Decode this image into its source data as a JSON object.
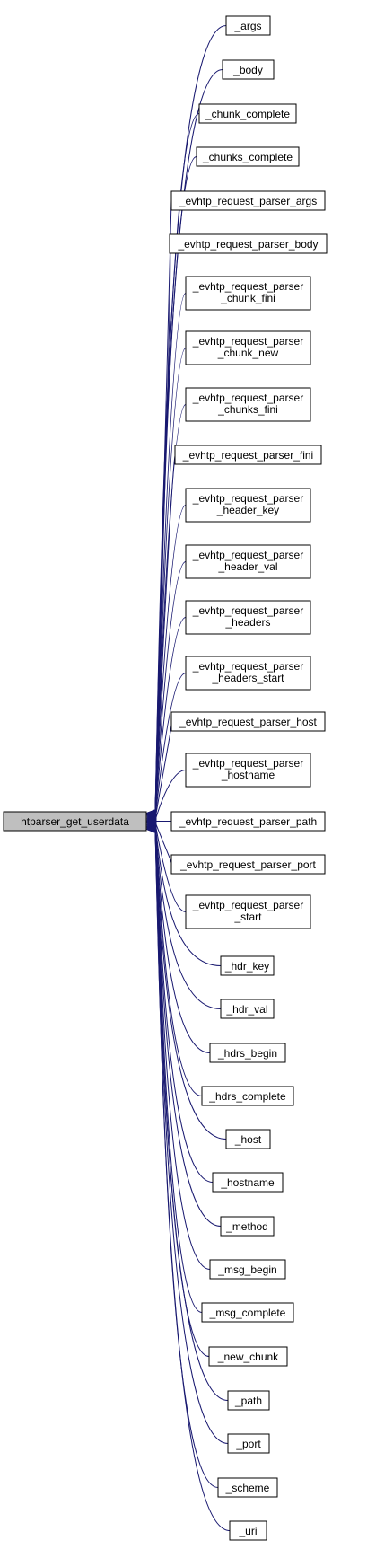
{
  "root": {
    "label": "htparser_get_userdata"
  },
  "callers": [
    {
      "lines": [
        "_args"
      ]
    },
    {
      "lines": [
        "_body"
      ]
    },
    {
      "lines": [
        "_chunk_complete"
      ]
    },
    {
      "lines": [
        "_chunks_complete"
      ]
    },
    {
      "lines": [
        "_evhtp_request_parser_args"
      ]
    },
    {
      "lines": [
        "_evhtp_request_parser_body"
      ]
    },
    {
      "lines": [
        "_evhtp_request_parser",
        "_chunk_fini"
      ]
    },
    {
      "lines": [
        "_evhtp_request_parser",
        "_chunk_new"
      ]
    },
    {
      "lines": [
        "_evhtp_request_parser",
        "_chunks_fini"
      ]
    },
    {
      "lines": [
        "_evhtp_request_parser_fini"
      ]
    },
    {
      "lines": [
        "_evhtp_request_parser",
        "_header_key"
      ]
    },
    {
      "lines": [
        "_evhtp_request_parser",
        "_header_val"
      ]
    },
    {
      "lines": [
        "_evhtp_request_parser",
        "_headers"
      ]
    },
    {
      "lines": [
        "_evhtp_request_parser",
        "_headers_start"
      ]
    },
    {
      "lines": [
        "_evhtp_request_parser_host"
      ]
    },
    {
      "lines": [
        "_evhtp_request_parser",
        "_hostname"
      ]
    },
    {
      "lines": [
        "_evhtp_request_parser_path"
      ]
    },
    {
      "lines": [
        "_evhtp_request_parser_port"
      ]
    },
    {
      "lines": [
        "_evhtp_request_parser",
        "_start"
      ]
    },
    {
      "lines": [
        "_hdr_key"
      ]
    },
    {
      "lines": [
        "_hdr_val"
      ]
    },
    {
      "lines": [
        "_hdrs_begin"
      ]
    },
    {
      "lines": [
        "_hdrs_complete"
      ]
    },
    {
      "lines": [
        "_host"
      ]
    },
    {
      "lines": [
        "_hostname"
      ]
    },
    {
      "lines": [
        "_method"
      ]
    },
    {
      "lines": [
        "_msg_begin"
      ]
    },
    {
      "lines": [
        "_msg_complete"
      ]
    },
    {
      "lines": [
        "_new_chunk"
      ]
    },
    {
      "lines": [
        "_path"
      ]
    },
    {
      "lines": [
        "_port"
      ]
    },
    {
      "lines": [
        "_scheme"
      ]
    },
    {
      "lines": [
        "_uri"
      ]
    }
  ],
  "colors": {
    "edge": "#191970",
    "root_fill": "#bfbfbf",
    "node_fill": "#ffffff",
    "border": "#000000"
  }
}
